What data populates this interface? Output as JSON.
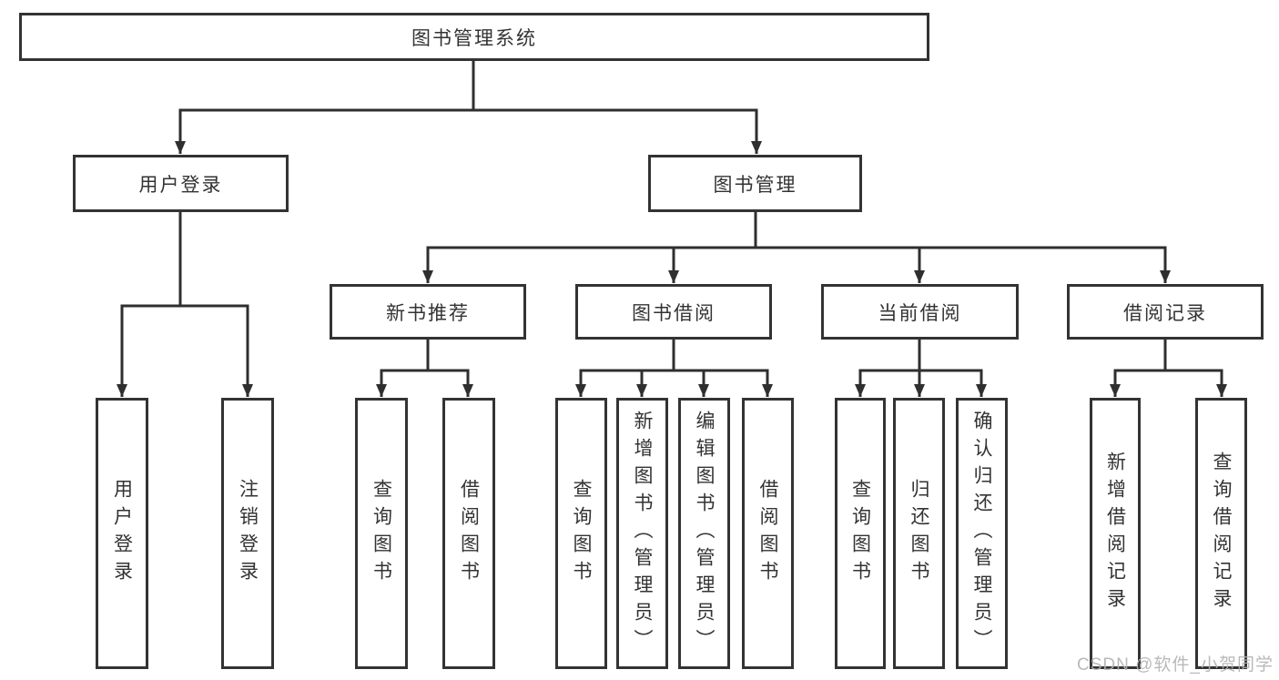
{
  "colors": {
    "border": "#333333",
    "line": "#333333",
    "text": "#333333",
    "watermark_gray": "#b2b2b4",
    "background": "#ffffff"
  },
  "tree": {
    "root": {
      "label": "图书管理系统"
    },
    "branches": [
      {
        "label": "用户登录",
        "children": [
          {
            "label": "用户登录"
          },
          {
            "label": "注销登录"
          }
        ]
      },
      {
        "label": "图书管理",
        "children": [
          {
            "label": "新书推荐",
            "children": [
              {
                "label": "查询图书"
              },
              {
                "label": "借阅图书"
              }
            ]
          },
          {
            "label": "图书借阅",
            "children": [
              {
                "label": "查询图书"
              },
              {
                "label": "新增图书（管理员）"
              },
              {
                "label": "编辑图书（管理员）"
              },
              {
                "label": "借阅图书"
              }
            ]
          },
          {
            "label": "当前借阅",
            "children": [
              {
                "label": "查询图书"
              },
              {
                "label": "归还图书"
              },
              {
                "label": "确认归还（管理员）"
              }
            ]
          },
          {
            "label": "借阅记录",
            "children": [
              {
                "label": "新增借阅记录"
              },
              {
                "label": "查询借阅记录"
              }
            ]
          }
        ]
      }
    ]
  },
  "watermark": {
    "text": "CSDN @软件_小贺同学"
  }
}
